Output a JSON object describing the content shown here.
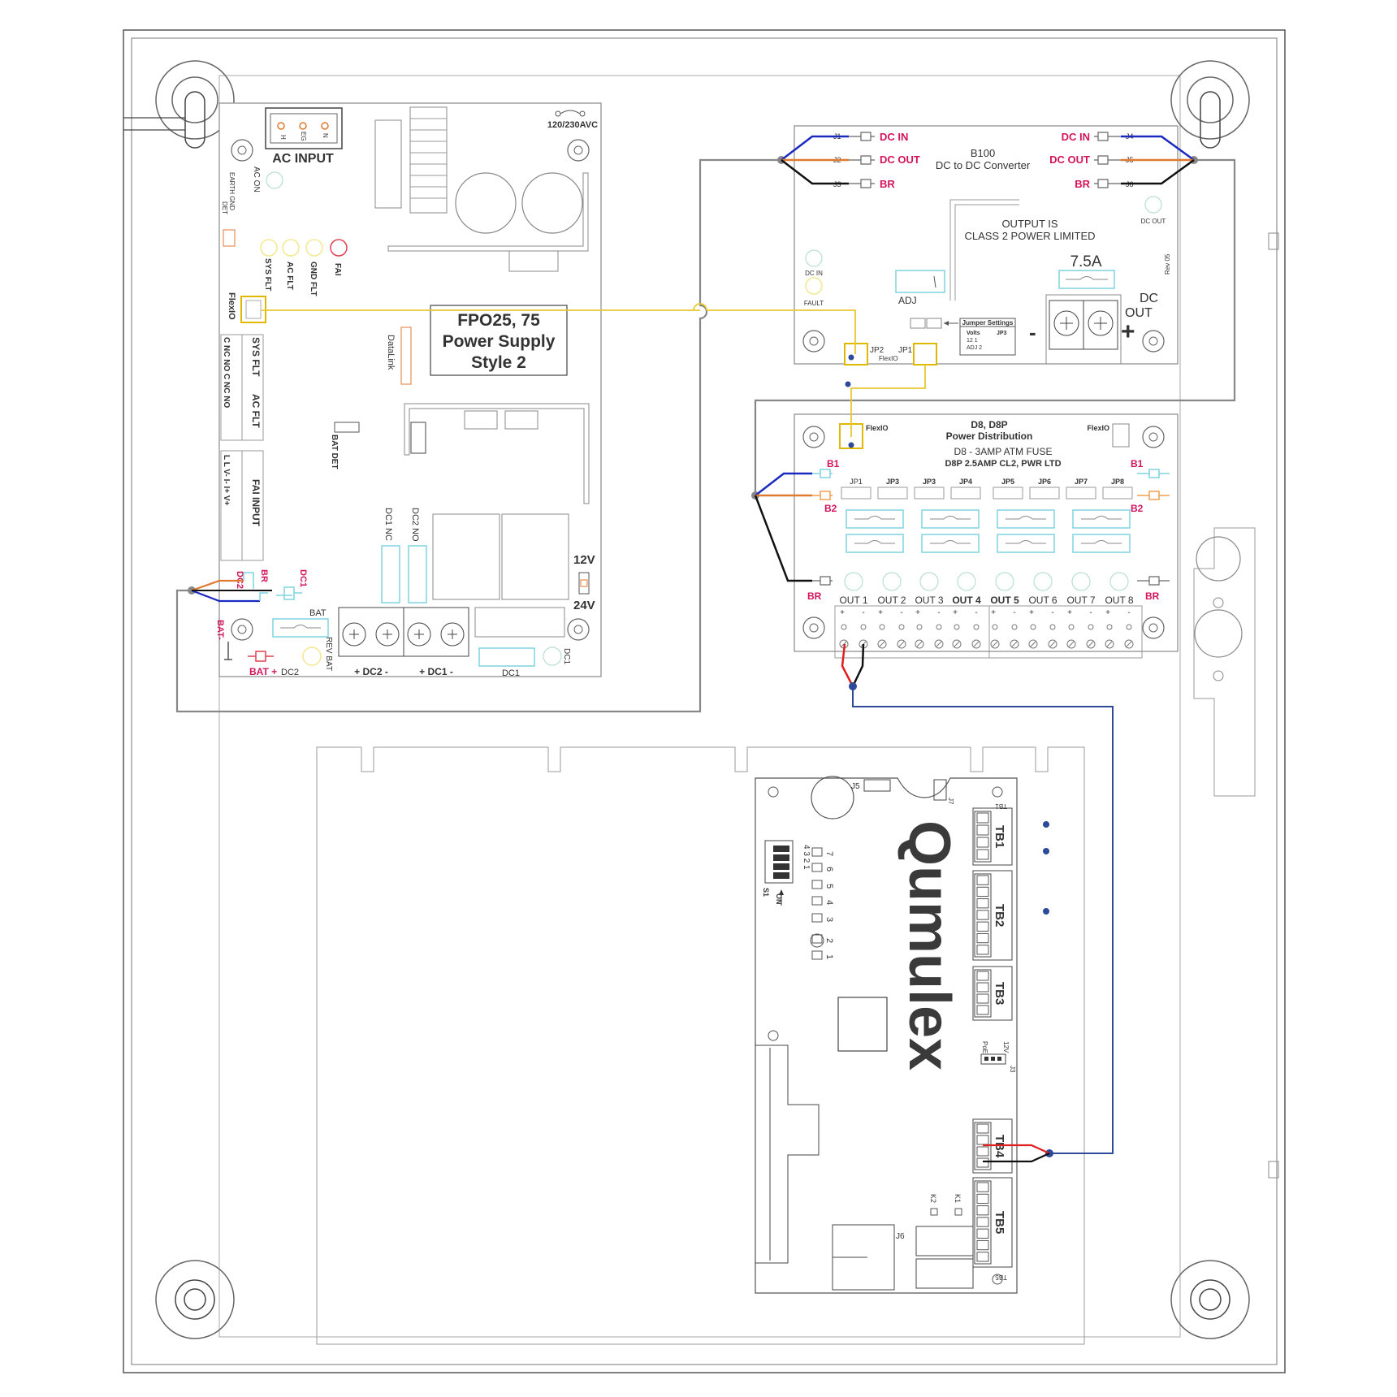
{
  "psu": {
    "title_line1": "FPO25, 75",
    "title_line2": "Power Supply",
    "title_line3": "Style 2",
    "ac_input": "AC INPUT",
    "ac_h": "H",
    "ac_eg": "EG",
    "ac_n": "N",
    "voltage": "120/230AVC",
    "ac_on": "AC ON",
    "earth_gnd": "EARTH GND",
    "det": "DET",
    "sys_flt": "SYS FLT",
    "ac_flt": "AC FLT",
    "gnd_flt": "GND FLT",
    "fai": "FAI",
    "flexio": "FlexIO",
    "relay_sys": "SYS FLT",
    "relay_ac": "AC FLT",
    "relay_pins": "C  NC  NO  C  NC  NO",
    "fai_input": "FAI INPUT",
    "fai_pins": "L   L   V-   I-   I+   V+",
    "datalink": "DataLink",
    "bat_det": "BAT DET",
    "dc1_nc": "DC1 NC",
    "dc2_no": "DC2 NO",
    "v12": "12V",
    "v24": "24V",
    "dc2": "DC2",
    "br": "BR",
    "dc1": "DC1",
    "bat": "BAT",
    "bat_minus": "BAT-",
    "bat_plus": "BAT +",
    "dc2_led": "DC2",
    "rev_bat": "REV BAT",
    "dc2_term": "+ DC2 -",
    "dc1_term": "+ DC1 -",
    "dc1_fuse": "DC1",
    "dc1_led": "DC1"
  },
  "b100": {
    "title": "B100",
    "subtitle": "DC to DC Converter",
    "dc_in": "DC IN",
    "dc_out": "DC OUT",
    "br": "BR",
    "j1": "J1",
    "j2": "J2",
    "j3": "J3",
    "j4": "J4",
    "j5": "J5",
    "j6": "J6",
    "dc_out_led": "DC OUT",
    "output_is": "OUTPUT IS",
    "class2": "CLASS 2 POWER LIMITED",
    "fuse": "7.5A",
    "rev": "Rev 05",
    "dc_in_led": "DC IN",
    "fault_led": "FAULT",
    "adj": "ADJ",
    "jumper_settings": "Jumper Settings",
    "volts": "Volts",
    "jp3": "JP3",
    "row1": "12      1",
    "row2": "ADJ    2",
    "dc_out_big1": "DC",
    "dc_out_big2": "OUT",
    "minus": "-",
    "plus": "+",
    "jp2": "JP2",
    "jp1": "JP1",
    "flexio": "FlexIO"
  },
  "d8": {
    "flexio_left": "FlexIO",
    "flexio_right": "FlexIO",
    "title1": "D8, D8P",
    "title2": "Power Distribution",
    "fuse1": "D8 - 3AMP ATM FUSE",
    "fuse2": "D8P 2.5AMP CL2, PWR LTD",
    "b1": "B1",
    "b2": "B2",
    "br": "BR",
    "jumpers": [
      "JP1",
      "JP3",
      "JP3",
      "JP4",
      "JP5",
      "JP6",
      "JP7",
      "JP8"
    ],
    "outputs": [
      "OUT 1",
      "OUT 2",
      "OUT 3",
      "OUT 4",
      "OUT 5",
      "OUT 6",
      "OUT 7",
      "OUT 8"
    ]
  },
  "qumulex": {
    "logo": "Qumulex",
    "j5": "J5",
    "j7": "J7",
    "tb1_label": "TB1",
    "tb1": "TB1",
    "tb2": "TB2",
    "tb3": "TB3",
    "tb4": "TB4",
    "tb5": "TB5",
    "tb5_label": "TB5",
    "s1": "S1",
    "on": "ON",
    "switch_nums": "4 3 2 1",
    "led_nums": [
      "7",
      "6",
      "5",
      "4",
      "3",
      "2",
      "1"
    ],
    "poe": "PoE",
    "v12": "12V",
    "j3": "J3",
    "k1": "K1",
    "k2": "K2",
    "j6": "J6"
  }
}
